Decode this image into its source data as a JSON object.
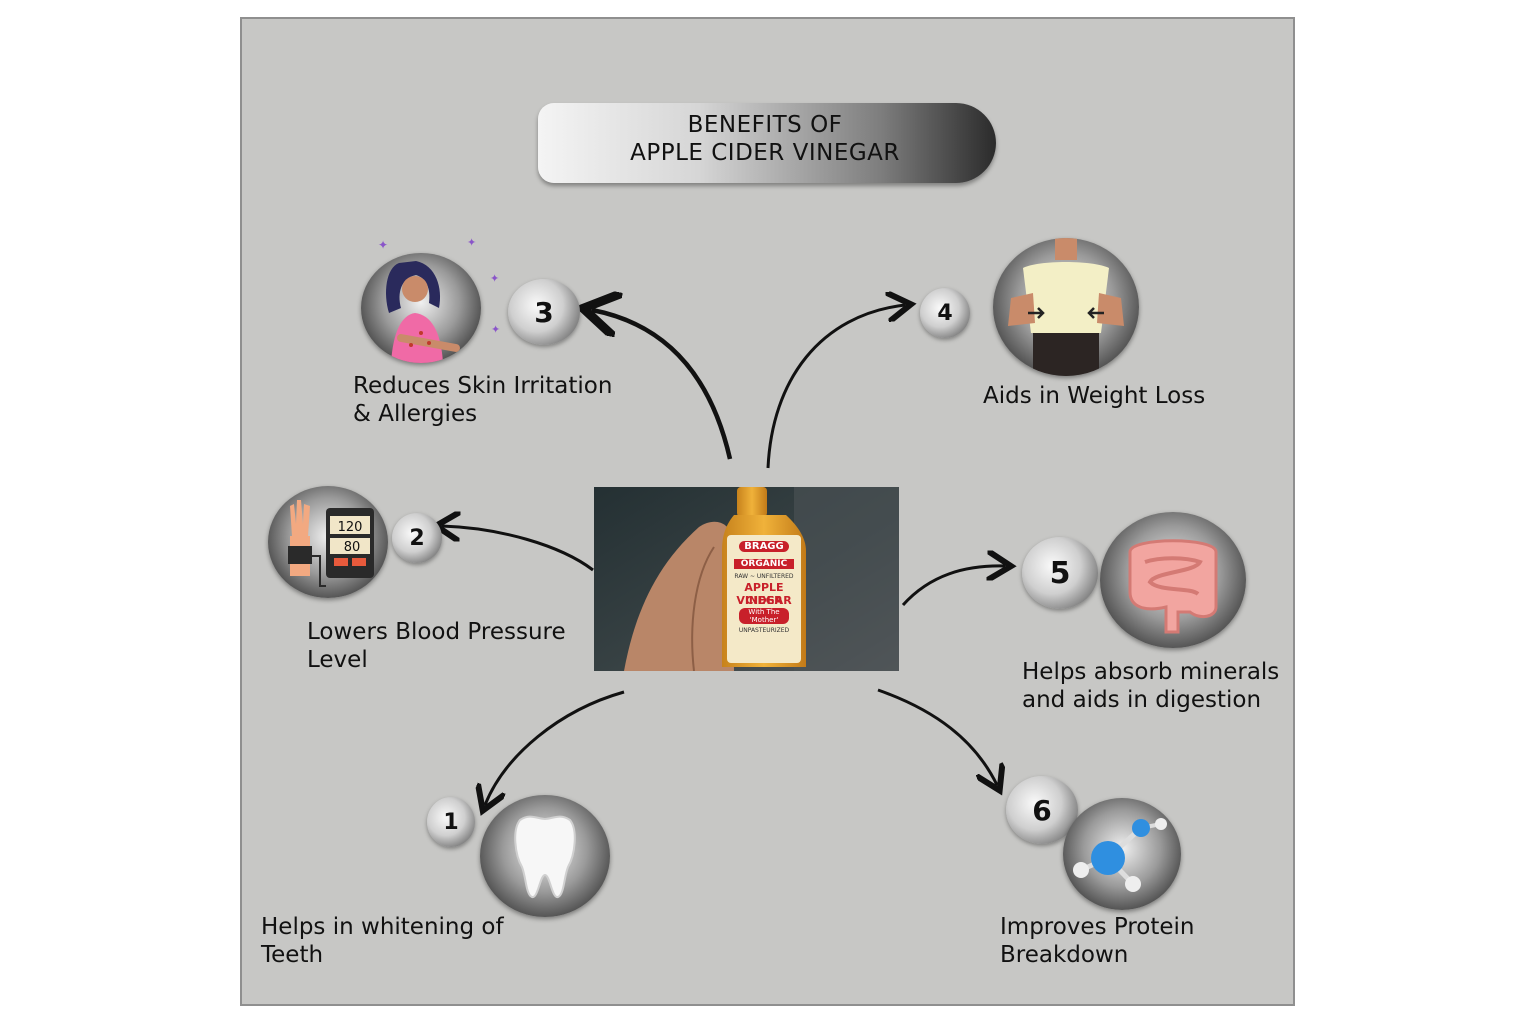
{
  "title": {
    "line1": "BENEFITS OF",
    "line2": "APPLE CIDER VINEGAR"
  },
  "benefits": [
    {
      "number": "1",
      "lines": [
        "Helps in whitening of",
        "Teeth"
      ],
      "icon": "tooth-icon"
    },
    {
      "number": "2",
      "lines": [
        "Lowers Blood Pressure",
        "Level"
      ],
      "icon": "blood-pressure-icon"
    },
    {
      "number": "3",
      "lines": [
        "Reduces Skin Irritation",
        "& Allergies"
      ],
      "icon": "skin-irritation-icon"
    },
    {
      "number": "4",
      "lines": [
        "Aids in Weight Loss"
      ],
      "icon": "weight-loss-icon"
    },
    {
      "number": "5",
      "lines": [
        "Helps absorb minerals",
        "and aids in digestion"
      ],
      "icon": "intestine-icon"
    },
    {
      "number": "6",
      "lines": [
        "Improves Protein",
        "Breakdown"
      ],
      "icon": "molecule-icon"
    }
  ],
  "bp_monitor": {
    "systolic": "120",
    "diastolic": "80"
  },
  "bottle_label": {
    "brand": "BRAGG",
    "organic": "ORGANIC",
    "sub": "RAW ~ UNFILTERED",
    "name1": "APPLE CIDER",
    "name2": "VINEGAR",
    "mother": "With The 'Mother'",
    "unpasteurized": "UNPASTEURIZED"
  },
  "colors": {
    "background": "#c7c7c5",
    "arrow": "#111111",
    "bottle": "#e3a22a",
    "label_red": "#c8202a"
  }
}
